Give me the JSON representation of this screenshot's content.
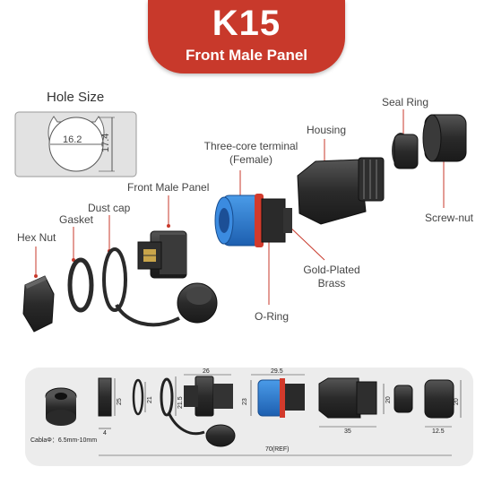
{
  "banner": {
    "title": "K15",
    "subtitle": "Front Male Panel"
  },
  "hole": {
    "title": "Hole Size",
    "width": "16.2",
    "height": "17.4"
  },
  "labels": {
    "hex_nut": "Hex Nut",
    "gasket": "Gasket",
    "dust_cap": "Dust cap",
    "front_male_panel": "Front Male Panel",
    "three_core_line1": "Three-core terminal",
    "three_core_line2": "(Female)",
    "housing": "Housing",
    "seal_ring": "Seal Ring",
    "screw_nut": "Screw-nut",
    "gold_plated_line1": "Gold-Plated",
    "gold_plated_line2": "Brass",
    "o_ring": "O-Ring"
  },
  "dimensions": {
    "panel_width": "26",
    "terminal_width": "29.5",
    "hex_nut_height": "25",
    "gasket_height": "21",
    "panel_height": "21.5",
    "terminal_height": "23",
    "seal_height": "20",
    "screw_nut_height": "20",
    "hex_nut_thickness": "4",
    "housing_length": "35",
    "screw_nut_length": "12.5",
    "total_length": "70(REF)",
    "cable_range": "CablaΦ：6.5mm-10mm"
  },
  "colors": {
    "accent": "#c8392b",
    "blue_part": "#2f7fd6",
    "black_part": "#2d2d2d"
  }
}
